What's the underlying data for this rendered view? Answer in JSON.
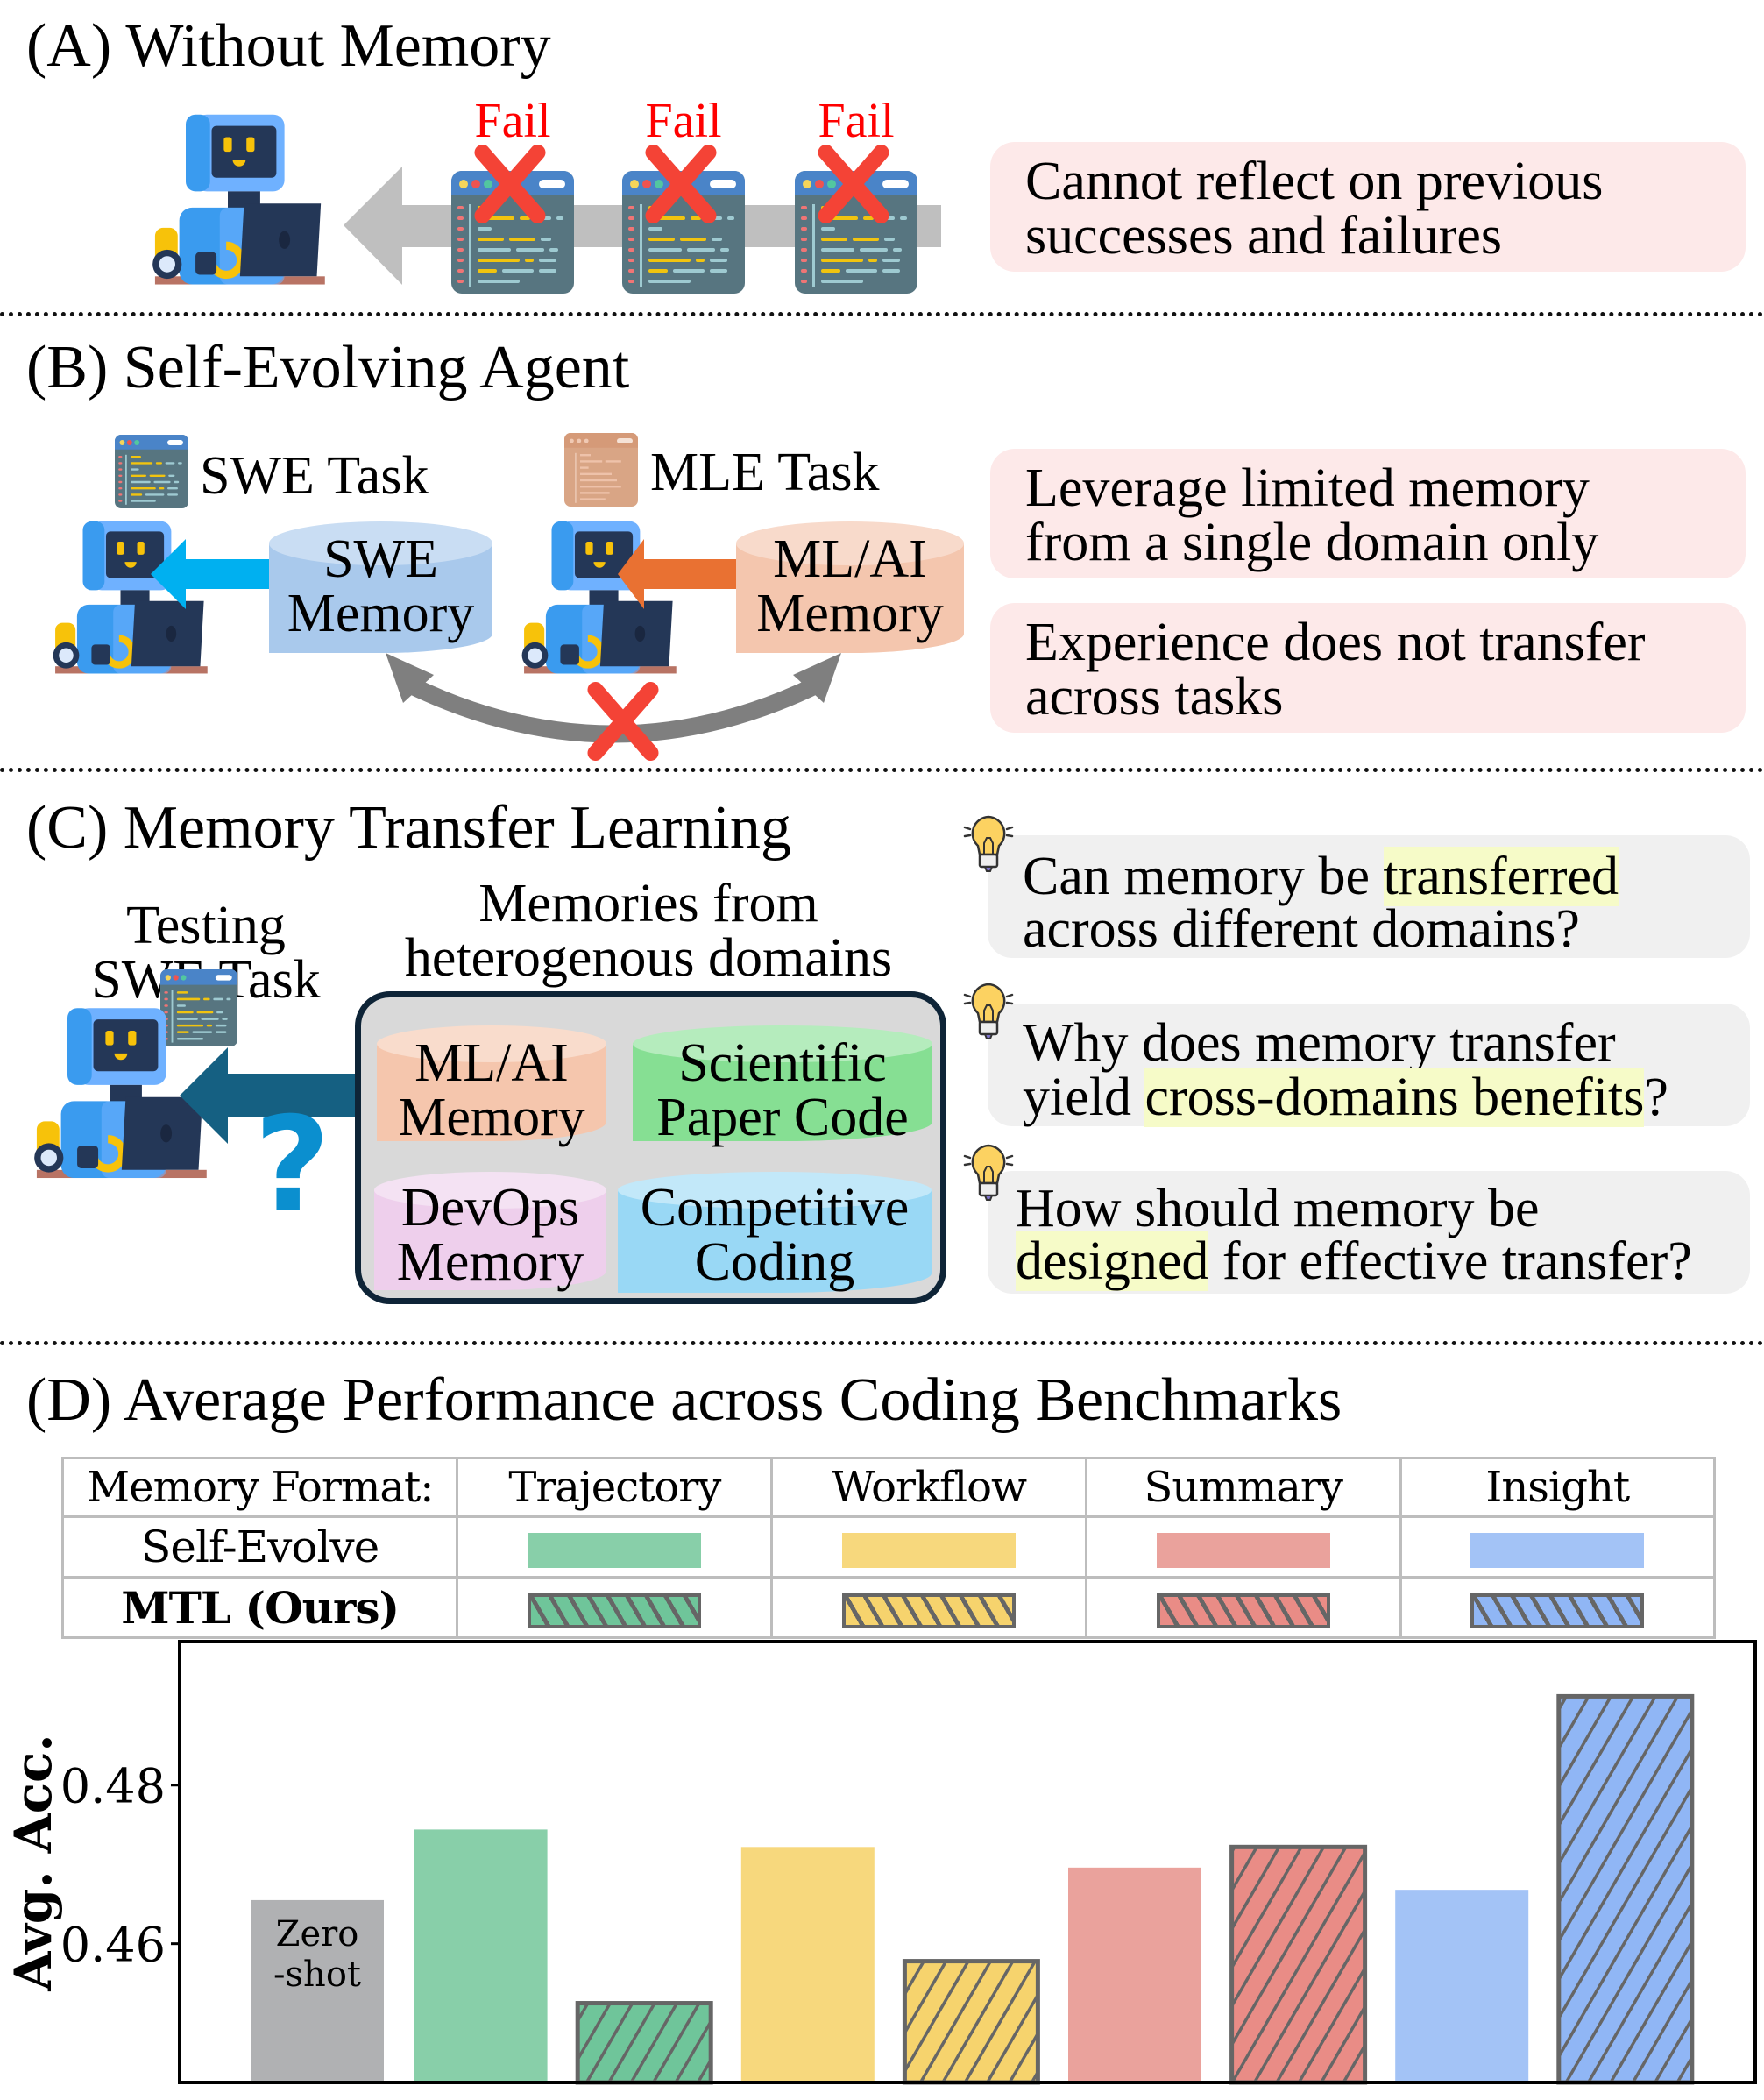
{
  "sections": {
    "a": {
      "title": "(A) Without Memory",
      "fail_labels": [
        "Fail",
        "Fail",
        "Fail"
      ],
      "note_lines": [
        "Cannot reflect on previous",
        "successes and failures"
      ]
    },
    "b": {
      "title": "(B) Self-Evolving Agent",
      "swe_task": "SWE Task",
      "mle_task": "MLE Task",
      "swe_memory": [
        "SWE",
        "Memory"
      ],
      "mlai_memory": [
        "ML/AI",
        "Memory"
      ],
      "notes": [
        [
          "Leverage limited memory",
          "from a single domain only"
        ],
        [
          "Experience does not transfer",
          "across tasks"
        ]
      ]
    },
    "c": {
      "title": "(C) Memory Transfer Learning",
      "testing_label": [
        "Testing",
        "SWE Task"
      ],
      "memories_label": [
        "Memories from",
        "heterogenous domains"
      ],
      "question_mark": "?",
      "memories": [
        {
          "lines": [
            "ML/AI",
            "Memory"
          ],
          "color": "#f5c6ad",
          "top_color": "#f9dccc"
        },
        {
          "lines": [
            "Scientific",
            "Paper Code"
          ],
          "color": "#86df93",
          "top_color": "#b5ecbd"
        },
        {
          "lines": [
            "DevOps",
            "Memory"
          ],
          "color": "#eecfec",
          "top_color": "#f4e2f3"
        },
        {
          "lines": [
            "Competitive",
            "Coding"
          ],
          "color": "#99d8f5",
          "top_color": "#c2e8f9"
        }
      ],
      "questions": [
        {
          "line1_pre": "Can memory be ",
          "line1_hl": "transferred",
          "line1_post": "",
          "line2_pre": "across different domains?",
          "line2_hl": "",
          "line2_post": ""
        },
        {
          "line1_pre": "Why does memory transfer",
          "line1_hl": "",
          "line1_post": "",
          "line2_pre": "yield ",
          "line2_hl": "cross-domains benefits",
          "line2_post": "?"
        },
        {
          "line1_pre": "How should memory be",
          "line1_hl": "",
          "line1_post": "",
          "line2_pre": "",
          "line2_hl": "designed",
          "line2_post": " for effective transfer?"
        }
      ]
    },
    "d": {
      "title": "(D) Average Performance across Coding Benchmarks",
      "legend": {
        "header": "Memory Format:",
        "formats": [
          "Trajectory",
          "Workflow",
          "Summary",
          "Insight"
        ],
        "rows": [
          "Self-Evolve",
          "MTL (Ours)"
        ]
      }
    }
  },
  "colors": {
    "trajectory": "#88cfa9",
    "trajectory_mtl": "#6fc59a",
    "workflow": "#f7d87d",
    "workflow_mtl": "#f6d36d",
    "summary": "#eaa29c",
    "summary_mtl": "#e98c86",
    "insight": "#a3c3f6",
    "insight_mtl": "#90b6f5",
    "zero_shot": "#b0b1b3",
    "hatch": "#666666"
  },
  "chart_data": {
    "type": "bar",
    "title": "",
    "xlabel": "",
    "ylabel": "Avg. Acc.",
    "ylim": [
      0.4425,
      0.4981
    ],
    "yticks": [
      0.46,
      0.48
    ],
    "ytick_labels": [
      "0.46",
      "0.48"
    ],
    "grid": false,
    "categories": [
      "Zero-shot",
      "Trajectory",
      "Trajectory",
      "Workflow",
      "Workflow",
      "Summary",
      "Summary",
      "Insight",
      "Insight"
    ],
    "bars": [
      {
        "group": "Zero-shot",
        "method": "Zero-shot",
        "value": 0.4655,
        "label": [
          "Zero",
          "-shot"
        ],
        "color_key": "zero_shot",
        "hatch": false
      },
      {
        "group": "Trajectory",
        "method": "Self-Evolve",
        "value": 0.4744,
        "color_key": "trajectory",
        "hatch": false
      },
      {
        "group": "Trajectory",
        "method": "MTL (Ours)",
        "value": 0.4525,
        "color_key": "trajectory_mtl",
        "hatch": true
      },
      {
        "group": "Workflow",
        "method": "Self-Evolve",
        "value": 0.4722,
        "color_key": "workflow",
        "hatch": false
      },
      {
        "group": "Workflow",
        "method": "MTL (Ours)",
        "value": 0.4578,
        "color_key": "workflow_mtl",
        "hatch": true
      },
      {
        "group": "Summary",
        "method": "Self-Evolve",
        "value": 0.4696,
        "color_key": "summary",
        "hatch": false
      },
      {
        "group": "Summary",
        "method": "MTL (Ours)",
        "value": 0.4722,
        "color_key": "summary_mtl",
        "hatch": true
      },
      {
        "group": "Insight",
        "method": "Self-Evolve",
        "value": 0.4668,
        "color_key": "insight",
        "hatch": false
      },
      {
        "group": "Insight",
        "method": "MTL (Ours)",
        "value": 0.4912,
        "color_key": "insight_mtl",
        "hatch": true
      }
    ],
    "legend_placement": "top (table above plot)"
  }
}
